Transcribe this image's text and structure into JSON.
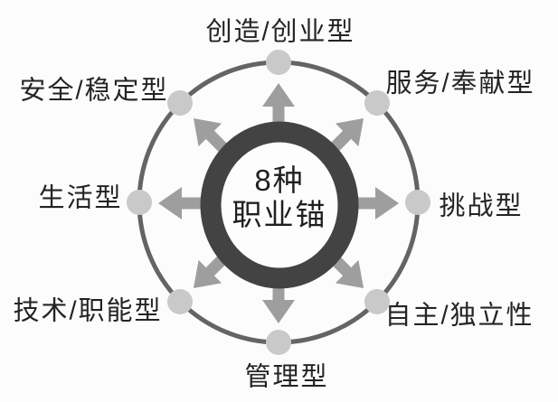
{
  "diagram": {
    "title": "8种职业锚",
    "center": {
      "line1": "8种",
      "line2": "职业锚"
    },
    "labels": [
      {
        "position": "top",
        "text": "创造/创业型"
      },
      {
        "position": "top-right",
        "text": "服务/奉献型"
      },
      {
        "position": "right",
        "text": "挑战型"
      },
      {
        "position": "bottom-right",
        "text": "自主/独立性"
      },
      {
        "position": "bottom",
        "text": "管理型"
      },
      {
        "position": "bottom-left",
        "text": "技术/职能型"
      },
      {
        "position": "left",
        "text": "生活型"
      },
      {
        "position": "top-left",
        "text": "安全/稳定型"
      }
    ],
    "colors": {
      "background": "#fcfcfc",
      "center_ring": "#434343",
      "arrow": "#9e9e9e",
      "outer_circle": "#646464",
      "node_dot": "#c9c9c9",
      "label_text": "#242424"
    }
  }
}
